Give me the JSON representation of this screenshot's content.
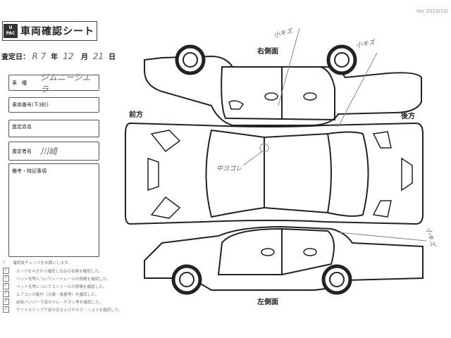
{
  "header": {
    "logo": "U PAC",
    "title": "車両確認シート",
    "version": "Ver 2023/10/"
  },
  "date": {
    "label": "査定日：",
    "era": "R 7",
    "year_unit": "年",
    "month": "12",
    "month_unit": "月",
    "day": "21",
    "day_unit": "日"
  },
  "fields": [
    {
      "label": "車　種",
      "value": "ジムニーシエラ"
    },
    {
      "label": "車体番号(下3桁)",
      "value": ""
    },
    {
      "label": "査定店名",
      "value": ""
    },
    {
      "label": "査定者名",
      "value": "川崎"
    },
    {
      "label": "備考・特記事項",
      "value": ""
    }
  ],
  "checklist": {
    "intro": "確認後チェックをお願いします。",
    "items": [
      {
        "text": "ルーフを４方から確認し凹みの有無を確認した。",
        "checked": true
      },
      {
        "text": "ペット毛等についてシートレールの隙間を確認した。",
        "checked": true
      },
      {
        "text": "ペット毛等についてコンソールの隙間を確認した。",
        "checked": true
      },
      {
        "text": "エアコンの動作（冷暖・風量等）を確認した。",
        "checked": true
      },
      {
        "text": "前後バンパー下部のワレ・ケズレ等を確認した。",
        "checked": true
      },
      {
        "text": "サイドステップ下部の突き上げやキズ・ヘコミを確認した。",
        "checked": true
      }
    ]
  },
  "diagram": {
    "labels": {
      "right": "右側面",
      "front": "前方",
      "rear": "後方",
      "left": "左側面"
    },
    "notes": [
      "小キズ",
      "小キズ",
      "中ヨゴレ",
      "小キズ"
    ]
  }
}
